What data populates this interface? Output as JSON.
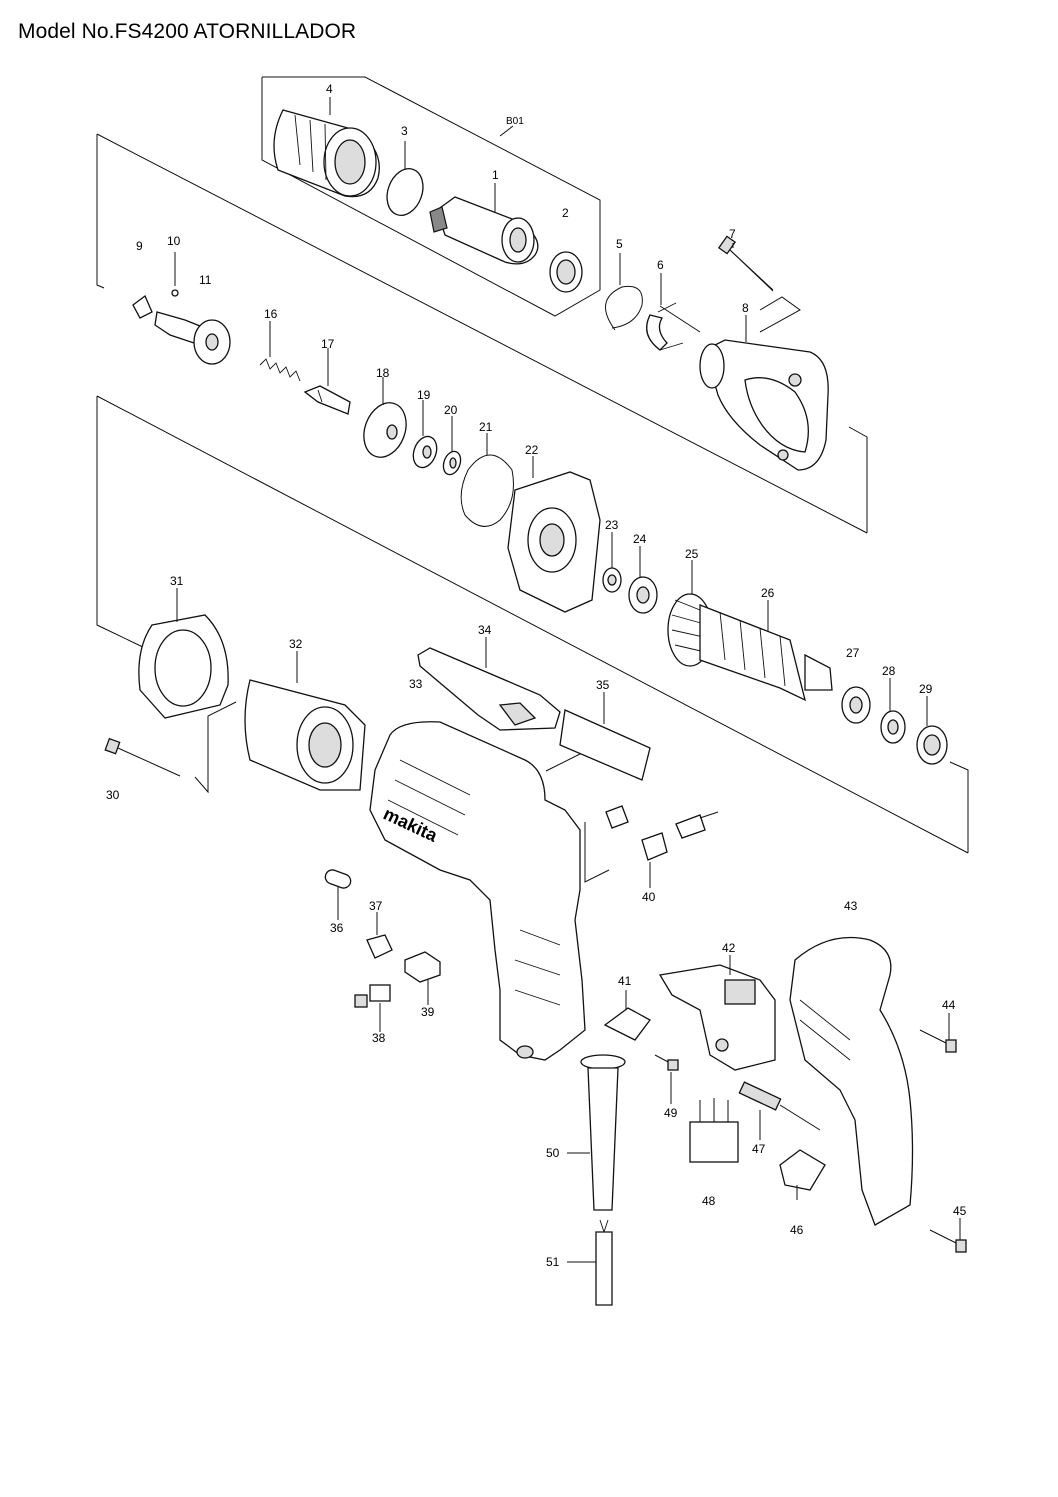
{
  "header": {
    "title": "Model No.FS4200 ATORNILLADOR"
  },
  "group_label": "B01",
  "brand_mark": "makita",
  "callouts": [
    "1",
    "2",
    "3",
    "4",
    "5",
    "6",
    "7",
    "8",
    "9",
    "10",
    "11",
    "16",
    "17",
    "18",
    "19",
    "20",
    "21",
    "22",
    "23",
    "24",
    "25",
    "26",
    "27",
    "28",
    "29",
    "30",
    "31",
    "32",
    "33",
    "34",
    "35",
    "36",
    "37",
    "38",
    "39",
    "40",
    "41",
    "42",
    "43",
    "44",
    "45",
    "46",
    "47",
    "48",
    "49",
    "50",
    "51"
  ]
}
